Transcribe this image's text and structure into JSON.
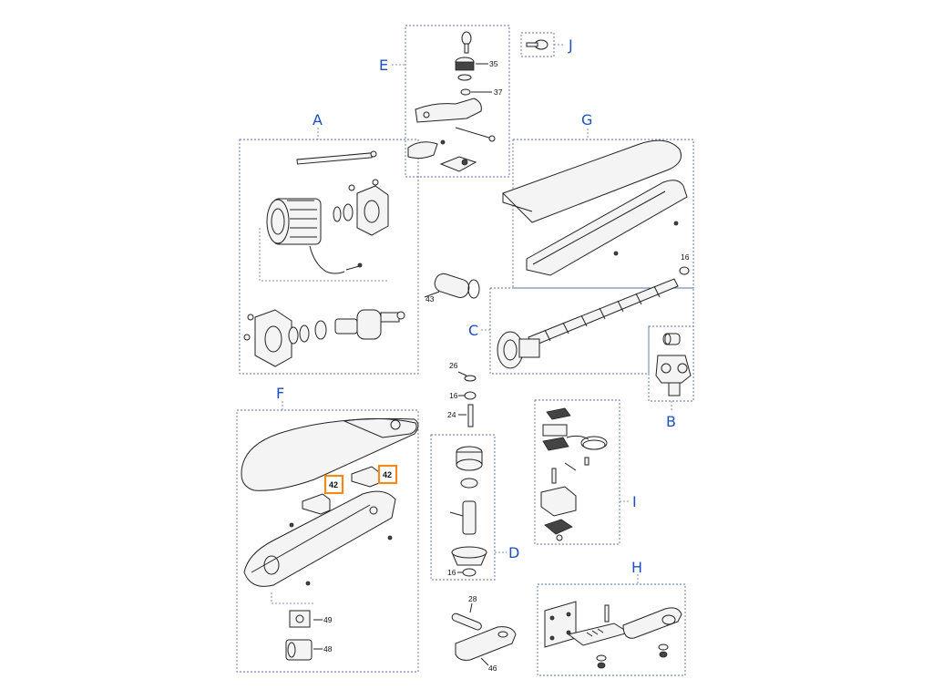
{
  "groups": {
    "A": "A",
    "B": "B",
    "C": "C",
    "D": "D",
    "E": "E",
    "F": "F",
    "G": "G",
    "H": "H",
    "I": "I",
    "J": "J"
  },
  "parts": {
    "p35": "35",
    "p37": "37",
    "p16_c": "16",
    "p43": "43",
    "p26": "26",
    "p16_a": "16",
    "p24": "24",
    "p42_a": "42",
    "p42_b": "42",
    "p16_d": "16",
    "p49": "49",
    "p48": "48",
    "p28": "28",
    "p46": "46"
  },
  "colors": {
    "group_letter": "#1f4fbf",
    "highlight": "#f08a1c",
    "box_border": "#5a6fa8"
  }
}
